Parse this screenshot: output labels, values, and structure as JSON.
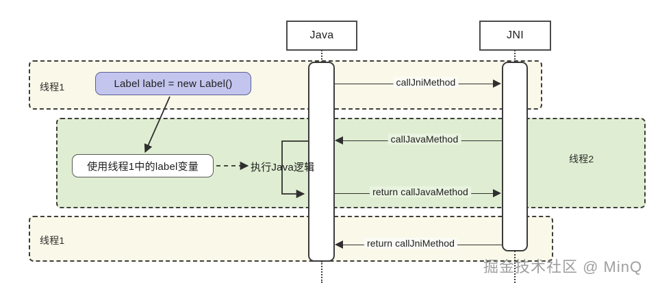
{
  "diagram": {
    "type": "uml-sequence-diagram",
    "lifelines": [
      {
        "name": "Java",
        "label": "Java"
      },
      {
        "name": "JNI",
        "label": "JNI"
      }
    ],
    "regions": [
      {
        "id": "region-top",
        "label": "线程1",
        "fill": "#faf8e8"
      },
      {
        "id": "region-middle",
        "label": "线程2",
        "fill": "#dfeed2"
      },
      {
        "id": "region-bottom",
        "label": "线程1",
        "fill": "#faf8e8"
      }
    ],
    "notes": [
      {
        "id": "note-label-creation",
        "text": "Label label = new Label()",
        "style": "purple"
      },
      {
        "id": "note-label-usage",
        "text": "使用线程1中的label变量",
        "style": "plain"
      }
    ],
    "messages": [
      {
        "id": "msg-call-jni",
        "label": "callJniMethod",
        "direction": "right"
      },
      {
        "id": "msg-call-java",
        "label": "callJavaMethod",
        "direction": "left"
      },
      {
        "id": "msg-return-call-java",
        "label": "return callJavaMethod",
        "direction": "right"
      },
      {
        "id": "msg-return-call-jni",
        "label": "return callJniMethod",
        "direction": "left"
      }
    ],
    "self_call": {
      "id": "self-call-java",
      "label": "执行Java逻辑"
    },
    "watermark": "掘金技术社区 @ MinQ",
    "colors": {
      "thread1_fill": "#faf8e8",
      "thread2_fill": "#dfeed2",
      "note_purple": "#c3c5ee",
      "stroke": "#3a3a3a",
      "watermark": "#8e8e8e"
    }
  }
}
